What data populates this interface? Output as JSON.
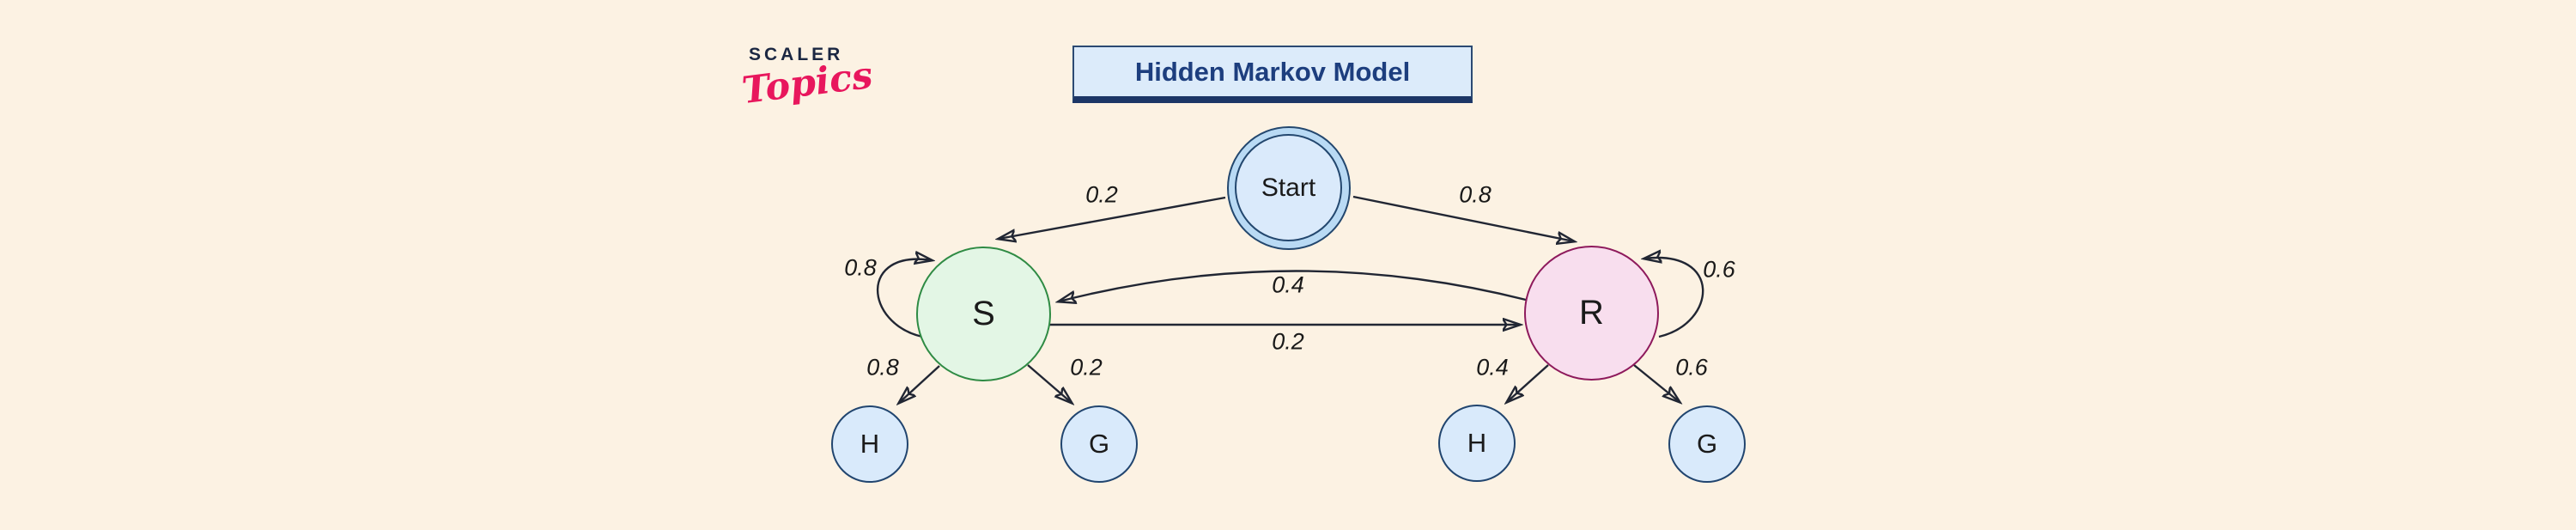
{
  "logo": {
    "line1": "SCALER",
    "line2": "Topics"
  },
  "title": "Hidden Markov Model",
  "nodes": {
    "start": {
      "label": "Start"
    },
    "s": {
      "label": "S"
    },
    "r": {
      "label": "R"
    },
    "h_left": {
      "label": "H"
    },
    "g_left": {
      "label": "G"
    },
    "h_right": {
      "label": "H"
    },
    "g_right": {
      "label": "G"
    }
  },
  "edges": [
    {
      "from": "Start",
      "to": "S",
      "p": "0.2"
    },
    {
      "from": "Start",
      "to": "R",
      "p": "0.8"
    },
    {
      "from": "S",
      "to": "S",
      "p": "0.8"
    },
    {
      "from": "R",
      "to": "R",
      "p": "0.6"
    },
    {
      "from": "R",
      "to": "S",
      "p": "0.4"
    },
    {
      "from": "S",
      "to": "R",
      "p": "0.2"
    },
    {
      "from": "S",
      "to": "H",
      "p": "0.8"
    },
    {
      "from": "S",
      "to": "G",
      "p": "0.2"
    },
    {
      "from": "R",
      "to": "H",
      "p": "0.4"
    },
    {
      "from": "R",
      "to": "G",
      "p": "0.6"
    }
  ],
  "colors": {
    "background": "#FCF2E3",
    "title_fill": "#DCEBFA",
    "title_border": "#2B4A73",
    "title_text": "#1D3E7E",
    "start_ring": "#B9DAF4",
    "start_fill": "#DAEAFB",
    "start_border": "#23476E",
    "state_s_fill": "#E3F6E5",
    "state_s_border": "#2F8B44",
    "state_r_fill": "#F8DEEE",
    "state_r_border": "#8E1A5C",
    "observation_fill": "#D9EAFB",
    "observation_border": "#21456F",
    "edge_line": "#212633",
    "logo_primary": "#1B2742",
    "logo_accent": "#E8175D"
  }
}
